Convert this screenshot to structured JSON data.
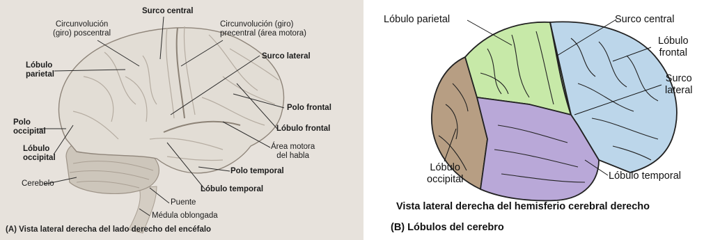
{
  "panel_a": {
    "labels": {
      "surco_central": "Surco central",
      "circ_poscentral": "Circunvolución\n(giro) poscentral",
      "circ_precentral": "Circunvolución (giro)\nprecentral (área motora)",
      "lobulo_parietal": "Lóbulo\nparietal",
      "surco_lateral": "Surco lateral",
      "polo_occipital": "Polo\noccipital",
      "lobulo_occipital": "Lóbulo\noccipital",
      "polo_frontal": "Polo frontal",
      "lobulo_frontal": "Lóbulo frontal",
      "area_motora": "Área motora\ndel habla",
      "cerebelo": "Cerebelo",
      "polo_temporal": "Polo temporal",
      "lobulo_temporal": "Lóbulo temporal",
      "puente": "Puente",
      "medula": "Médula oblongada"
    },
    "caption": "(A) Vista lateral derecha del lado derecho del encéfalo"
  },
  "panel_b": {
    "labels": {
      "lobulo_parietal": "Lóbulo parietal",
      "surco_central": "Surco central",
      "lobulo_frontal": "Lóbulo\nfrontal",
      "surco_lateral": "Surco\nlateral",
      "lobulo_occipital": "Lóbulo\noccipital",
      "lobulo_temporal": "Lóbulo temporal"
    },
    "colors": {
      "parietal": "#c7e9a8",
      "frontal": "#bcd6ea",
      "temporal": "#b9a8d8",
      "occipital": "#b79e83"
    },
    "caption_title": "Vista lateral derecha del hemisferio cerebral derecho",
    "caption_panel": "(B) Lóbulos del cerebro"
  }
}
